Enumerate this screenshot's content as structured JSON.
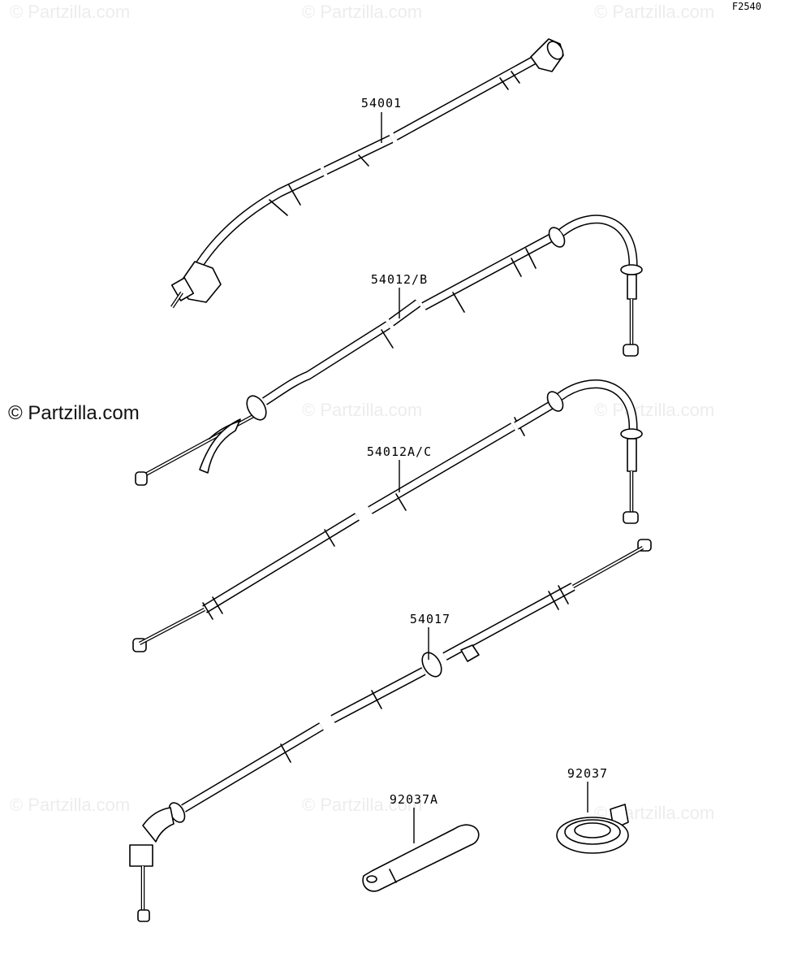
{
  "figure_code": "F2540",
  "watermark_text": "© Partzilla.com",
  "brand_text": "© Partzilla.com",
  "parts": [
    {
      "number": "54001"
    },
    {
      "number": "54012/B"
    },
    {
      "number": "54012A/C"
    },
    {
      "number": "54017"
    },
    {
      "number": "92037A"
    },
    {
      "number": "92037"
    }
  ]
}
